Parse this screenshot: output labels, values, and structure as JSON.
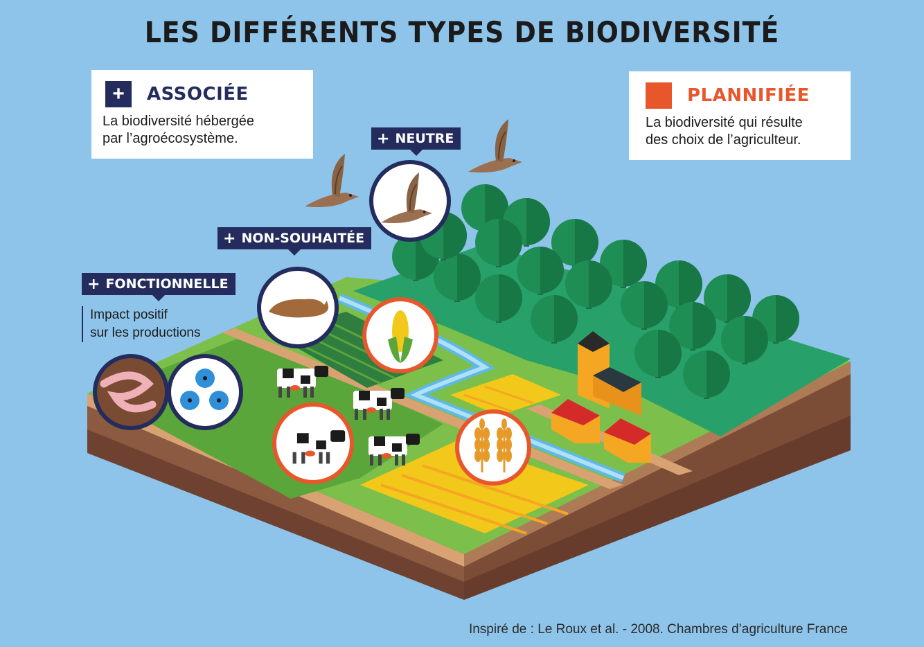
{
  "title": "LES DIFFÉRENTS TYPES DE BIODIVERSITÉ",
  "associee": {
    "label": "ASSOCIÉE",
    "description": "La biodiversité hébergée\npar l’agroécosystème.",
    "icon": "plus-icon",
    "color": "#232c5c"
  },
  "planifiee": {
    "label": "PLANNIFIÉE",
    "description": "La biodiversité qui résulte\ndes choix de l’agriculteur.",
    "icon": "square-icon",
    "color": "#e8572b"
  },
  "tags": {
    "neutre": "NEUTRE",
    "non_souhaitee": "NON-SOUHAITÉE",
    "fonctionnelle": "FONCTIONNELLE",
    "plus_symbol": "+"
  },
  "fonctionnelle_description": "Impact positif\nsur les productions",
  "source": "Inspiré de : Le Roux et al. -  2008. Chambres d’agriculture France",
  "colors": {
    "sky": "#8ec4ea",
    "navy": "#232c5c",
    "orange": "#e8572b",
    "grass": "#7cbf4a",
    "forest": "#27a06a",
    "soil": "#7a4b33"
  },
  "icons": [
    "bird-icon",
    "slug-icon",
    "corn-icon",
    "earthworm-icon",
    "flower-icon",
    "cow-icon",
    "wheat-icon"
  ]
}
